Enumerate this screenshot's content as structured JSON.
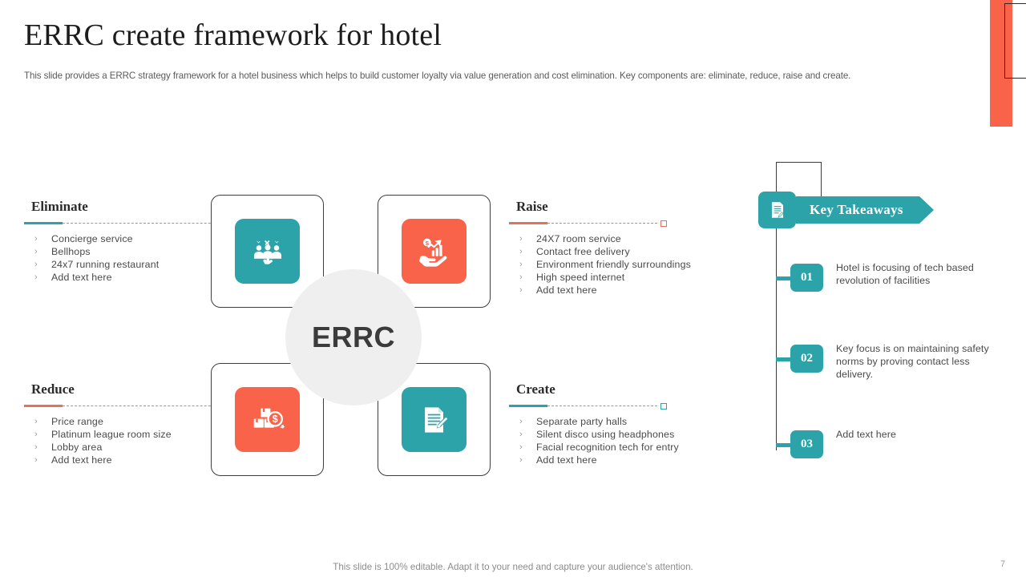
{
  "slide": {
    "title": "ERRC create framework for hotel",
    "subtitle": "This slide provides a ERRC strategy framework for a hotel business which helps to build customer loyalty via value generation and cost elimination. Key components are: eliminate, reduce, raise and create.",
    "center_label": "ERRC",
    "footer_note": "This slide is 100% editable. Adapt it to your need and capture your audience's attention.",
    "page_number": "7"
  },
  "colors": {
    "teal": "#2BA3A8",
    "orange": "#F9634A",
    "rule_orange": "#E8705A",
    "circle_grey": "#EFEFEF",
    "title_dark": "#1c1c1c",
    "body_grey": "#4a4a4a"
  },
  "quadrants": [
    {
      "key": "eliminate",
      "title": "Eliminate",
      "accent": "teal",
      "items": [
        "Concierge service",
        "Bellhops",
        "24x7 running restaurant",
        "Add text here"
      ],
      "icon": "people-selection-icon",
      "tile_color": "teal"
    },
    {
      "key": "raise",
      "title": "Raise",
      "accent": "orange",
      "items": [
        "24X7 room service",
        "Contact free delivery",
        "Environment friendly surroundings",
        "High speed internet",
        "Add text here"
      ],
      "icon": "hand-growth-chart-icon",
      "tile_color": "orange"
    },
    {
      "key": "reduce",
      "title": "Reduce",
      "accent": "orange",
      "items": [
        "Price range",
        "Platinum league room size",
        "Lobby area",
        "Add text here"
      ],
      "icon": "cost-reduction-boxes-icon",
      "tile_color": "orange"
    },
    {
      "key": "create",
      "title": "Create",
      "accent": "teal",
      "items": [
        "Separate party halls",
        "Silent disco using headphones",
        "Facial recognition tech for entry",
        "Add text here"
      ],
      "icon": "document-pen-icon",
      "tile_color": "teal"
    }
  ],
  "key_takeaways": {
    "banner_label": "Key Takeaways",
    "banner_icon": "document-icon",
    "items": [
      {
        "number": "01",
        "text": "Hotel is focusing of tech based revolution of facilities"
      },
      {
        "number": "02",
        "text": "Key focus is on maintaining safety norms by proving contact less delivery."
      },
      {
        "number": "03",
        "text": "Add text here"
      }
    ]
  },
  "bullet_glyph": "›"
}
